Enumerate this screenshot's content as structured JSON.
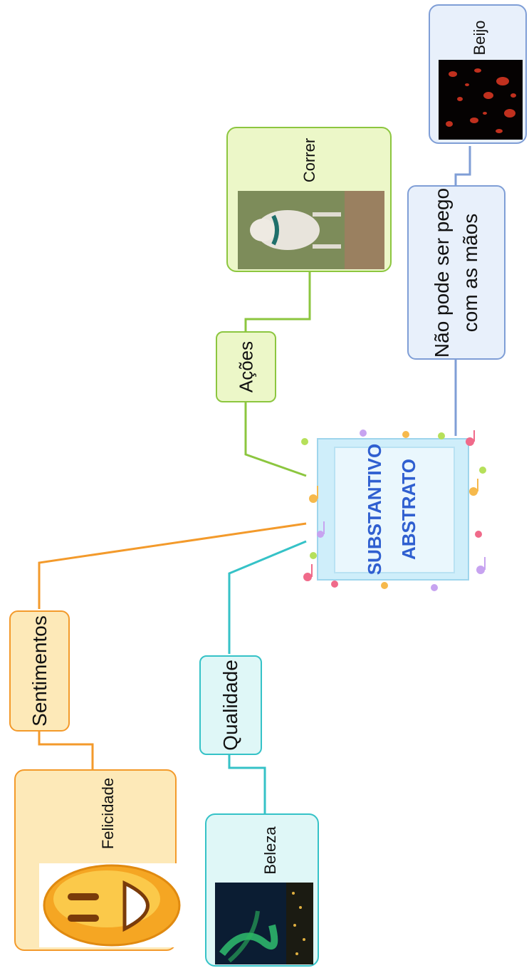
{
  "central": {
    "line1": "SUBSTANTIVO",
    "line2": "ABSTRATO"
  },
  "branches": [
    {
      "id": "sentimentos",
      "label": "Sentimentos",
      "color": "#f39a2b",
      "fill": "#fde9b8",
      "child": {
        "label": "Felicidade",
        "image": "smiley-face"
      }
    },
    {
      "id": "qualidade",
      "label": "Qualidade",
      "color": "#35c2c7",
      "fill": "#dff7f7",
      "child": {
        "label": "Beleza",
        "image": "aurora-night-sky"
      }
    },
    {
      "id": "acoes",
      "label": "Ações",
      "color": "#8cc63f",
      "fill": "#ecf7c8",
      "child": {
        "label": "Correr",
        "image": "running-dog"
      }
    },
    {
      "id": "intangivel",
      "label_line1": "Não pode ser pego",
      "label_line2": "com as mãos",
      "color": "#7f9ed6",
      "fill": "#e8f0fb",
      "child": {
        "label": "Beijo",
        "image": "lipstick-kisses"
      }
    }
  ]
}
